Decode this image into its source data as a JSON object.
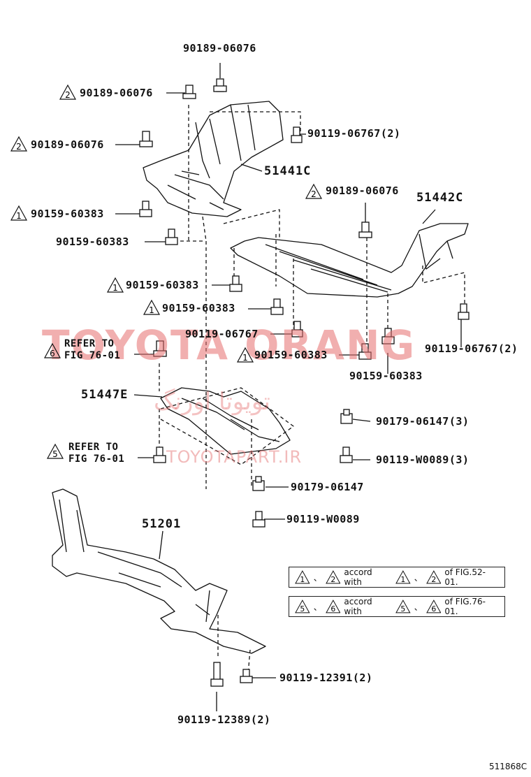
{
  "watermark": {
    "main": "TOYOTA ORANG",
    "arabic": "تویوتا اورنگ",
    "url": "TOYOTAPART.IR"
  },
  "figure_number": "511868C",
  "labels": {
    "p_top": "90189-06076",
    "p_2a": "90189-06076",
    "p_2b": "90189-06076",
    "p_right_bolt": "90119-06767(2)",
    "p_51441c": "51441C",
    "p_2c": "90189-06076",
    "p_51442c": "51442C",
    "p_1a": "90159-60383",
    "p_left_bolt": "90159-60383",
    "p_1b": "90159-60383",
    "p_1c": "90159-60383",
    "p_mid_bolt": "90119-06767",
    "p_1d": "90159-60383",
    "p_far_right": "90119-06767(2)",
    "p_below_right": "90159-60383",
    "p_51447e": "51447E",
    "p_clip3": "90179-06147(3)",
    "p_screw3": "90119-W0089(3)",
    "p_clip": "90179-06147",
    "p_screw": "90119-W0089",
    "p_51201": "51201",
    "p_bolt_12391": "90119-12391(2)",
    "p_bolt_12389": "90119-12389(2)",
    "ref6": "REFER TO\nFIG 76-01",
    "ref5": "REFER TO\nFIG 76-01"
  },
  "badges": {
    "t1": "1",
    "t2": "2",
    "t5": "5",
    "t6": "6"
  },
  "legend": {
    "row1": {
      "a": "1",
      "sep": "、",
      "b": "2",
      "accord": "accord with",
      "c": "1",
      "sep2": "、",
      "d": "2",
      "of": "of FIG.52-01."
    },
    "row2": {
      "a": "5",
      "sep": "、",
      "b": "6",
      "accord": "accord with",
      "c": "5",
      "sep2": "、",
      "d": "6",
      "of": "of FIG.76-01."
    }
  }
}
